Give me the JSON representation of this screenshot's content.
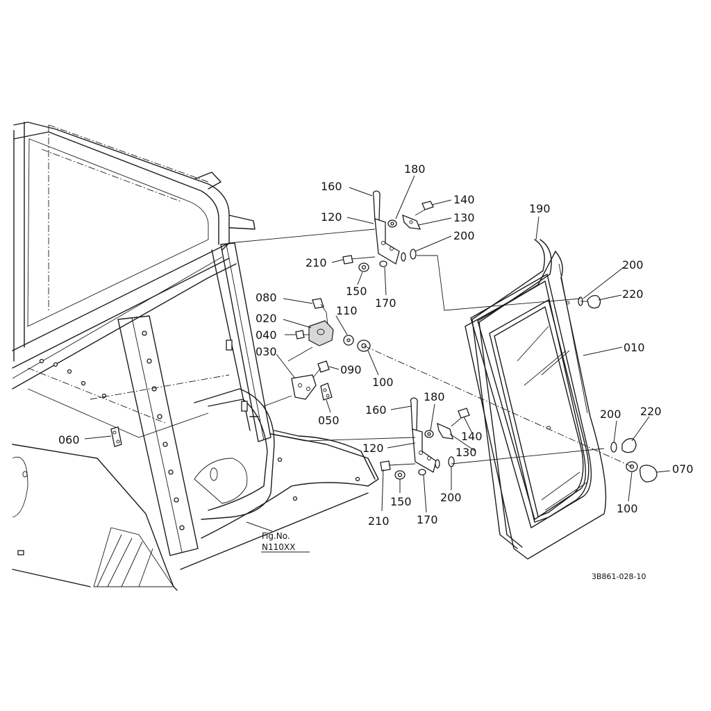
{
  "diagram_code": "3B861-028-10",
  "figure_reference": {
    "line1": "Fig.No.",
    "line2": "N110XX"
  },
  "part_labels": {
    "p160a": "160",
    "p180a": "180",
    "p140a": "140",
    "p120a": "120",
    "p130a": "130",
    "p200a": "200",
    "p210a": "210",
    "p150a": "150",
    "p170a": "170",
    "p190": "190",
    "p200b": "200",
    "p220a": "220",
    "p080": "080",
    "p110": "110",
    "p020": "020",
    "p040": "040",
    "p030": "030",
    "p090": "090",
    "p100a": "100",
    "p010": "010",
    "p050": "050",
    "p060": "060",
    "p160b": "160",
    "p180b": "180",
    "p140b": "140",
    "p120b": "120",
    "p130b": "130",
    "p200c": "200",
    "p220b": "220",
    "p070": "070",
    "p100b": "100",
    "p210b": "210",
    "p150b": "150",
    "p170b": "170",
    "p200d": "200"
  }
}
